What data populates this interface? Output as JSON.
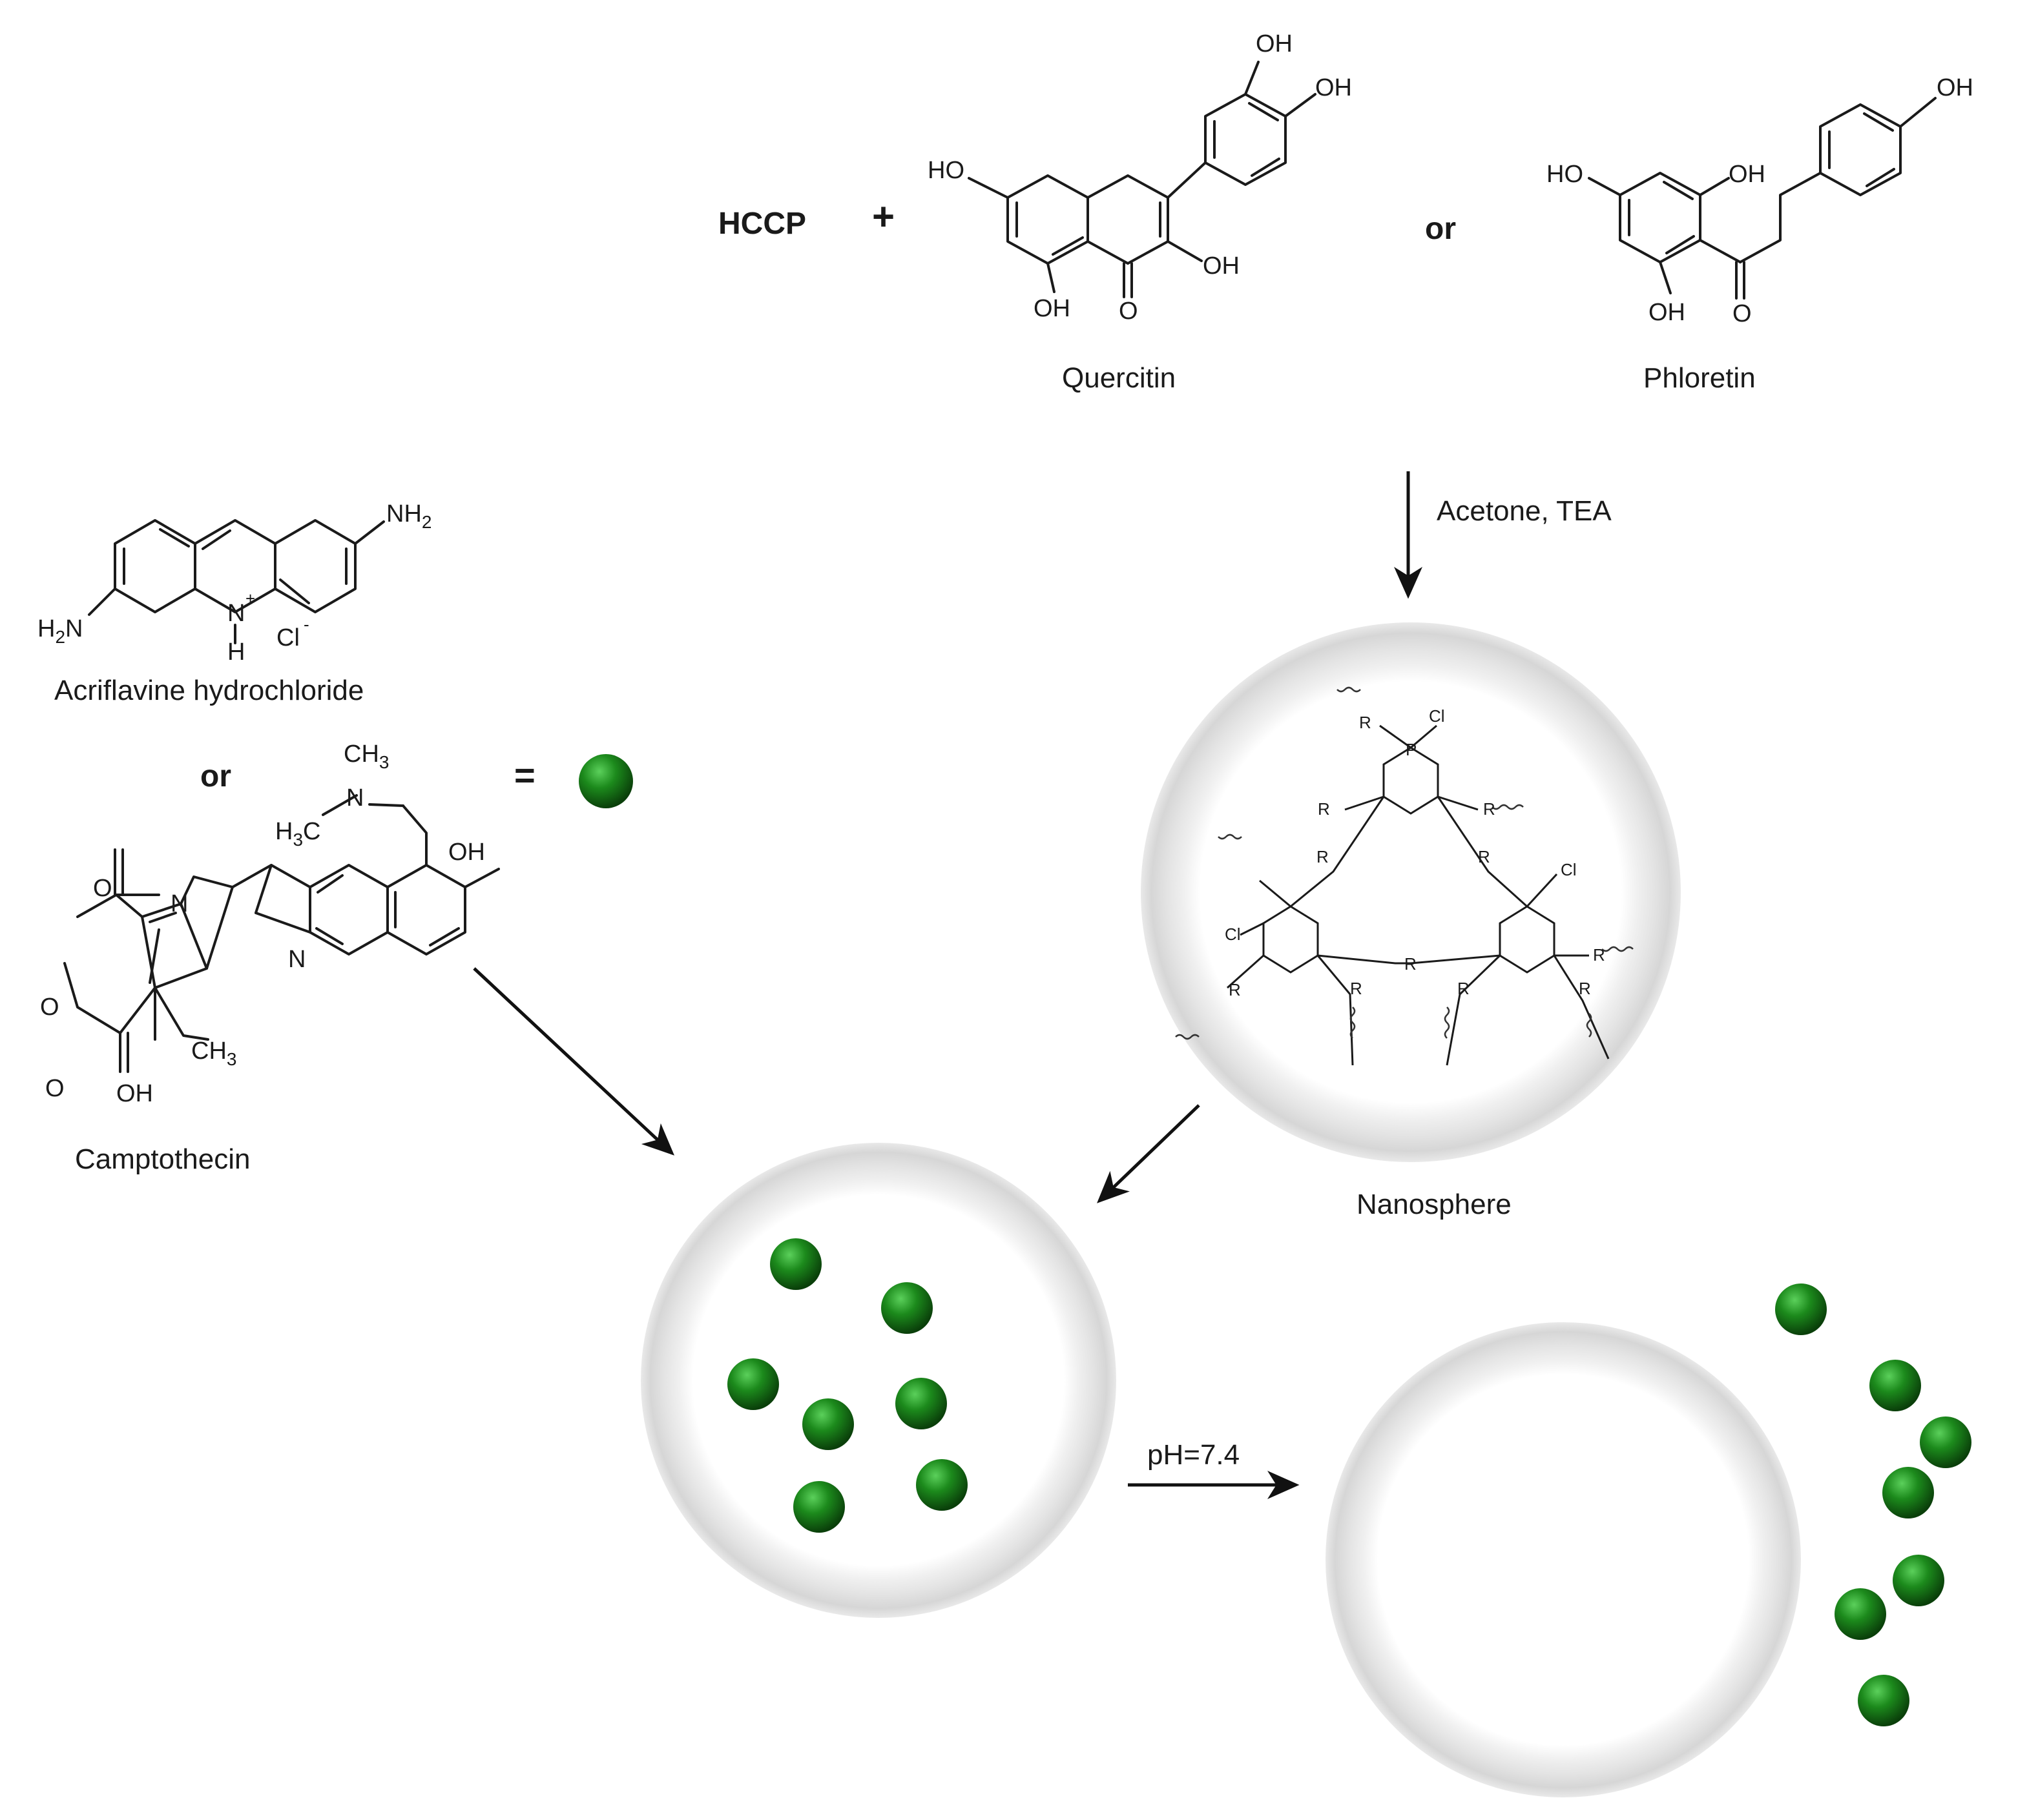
{
  "reaction": {
    "reagent": "HCCP",
    "plus": "+",
    "or_top": "or",
    "quercitin_label": "Quercitin",
    "phloretin_label": "Phloretin",
    "conditions": "Acetone, TEA"
  },
  "drugs": {
    "acriflavine_label": "Acriflavine hydrochloride",
    "or_left": "or",
    "camptothecin_label": "Camptothecin",
    "equals": "="
  },
  "nanosphere": {
    "label": "Nanosphere"
  },
  "release": {
    "condition": "pH=7.4"
  },
  "atoms": {
    "oh": "OH",
    "ho": "HO",
    "o": "O",
    "n": "N",
    "nh2": "NH",
    "h2n": "H",
    "cl": "Cl",
    "p": "P",
    "r": "R",
    "h": "H",
    "ch3": "CH",
    "h3c": "H",
    "plus_charge": "+",
    "minus_charge": "-"
  },
  "colors": {
    "drug_sphere": "#1c8a1c",
    "drug_sphere_dark": "#0c4a0c",
    "nanosphere_shell": "#d8d8d8",
    "nanosphere_inner": "#fbfbfb"
  }
}
